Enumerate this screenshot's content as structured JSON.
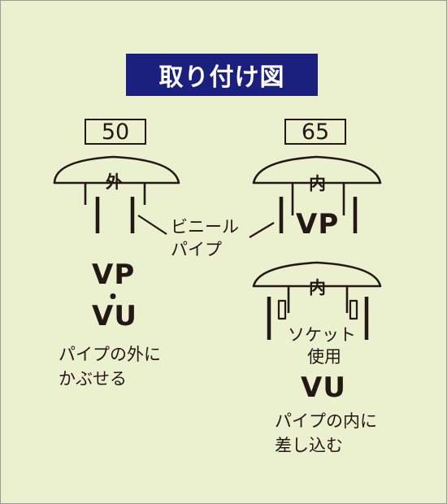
{
  "title": "取り付け図",
  "sizes": {
    "left": "50",
    "right": "65"
  },
  "left": {
    "cap_label": "外",
    "model_line1": "VP",
    "separator": "・",
    "model_line2": "VU",
    "desc_line1": "パイプの外に",
    "desc_line2": "かぶせる"
  },
  "pipe_label": {
    "line1": "ビニール",
    "line2": "パイプ"
  },
  "right_top": {
    "cap_label": "内",
    "model": "VP"
  },
  "right_bottom": {
    "cap_label": "内",
    "socket_line1": "ソケット",
    "socket_line2": "使用",
    "model": "VU",
    "desc_line1": "パイプの内に",
    "desc_line2": "差し込む"
  },
  "colors": {
    "background": "#ebf0cf",
    "title_banner": "#1b1f7e",
    "line": "#231815"
  }
}
